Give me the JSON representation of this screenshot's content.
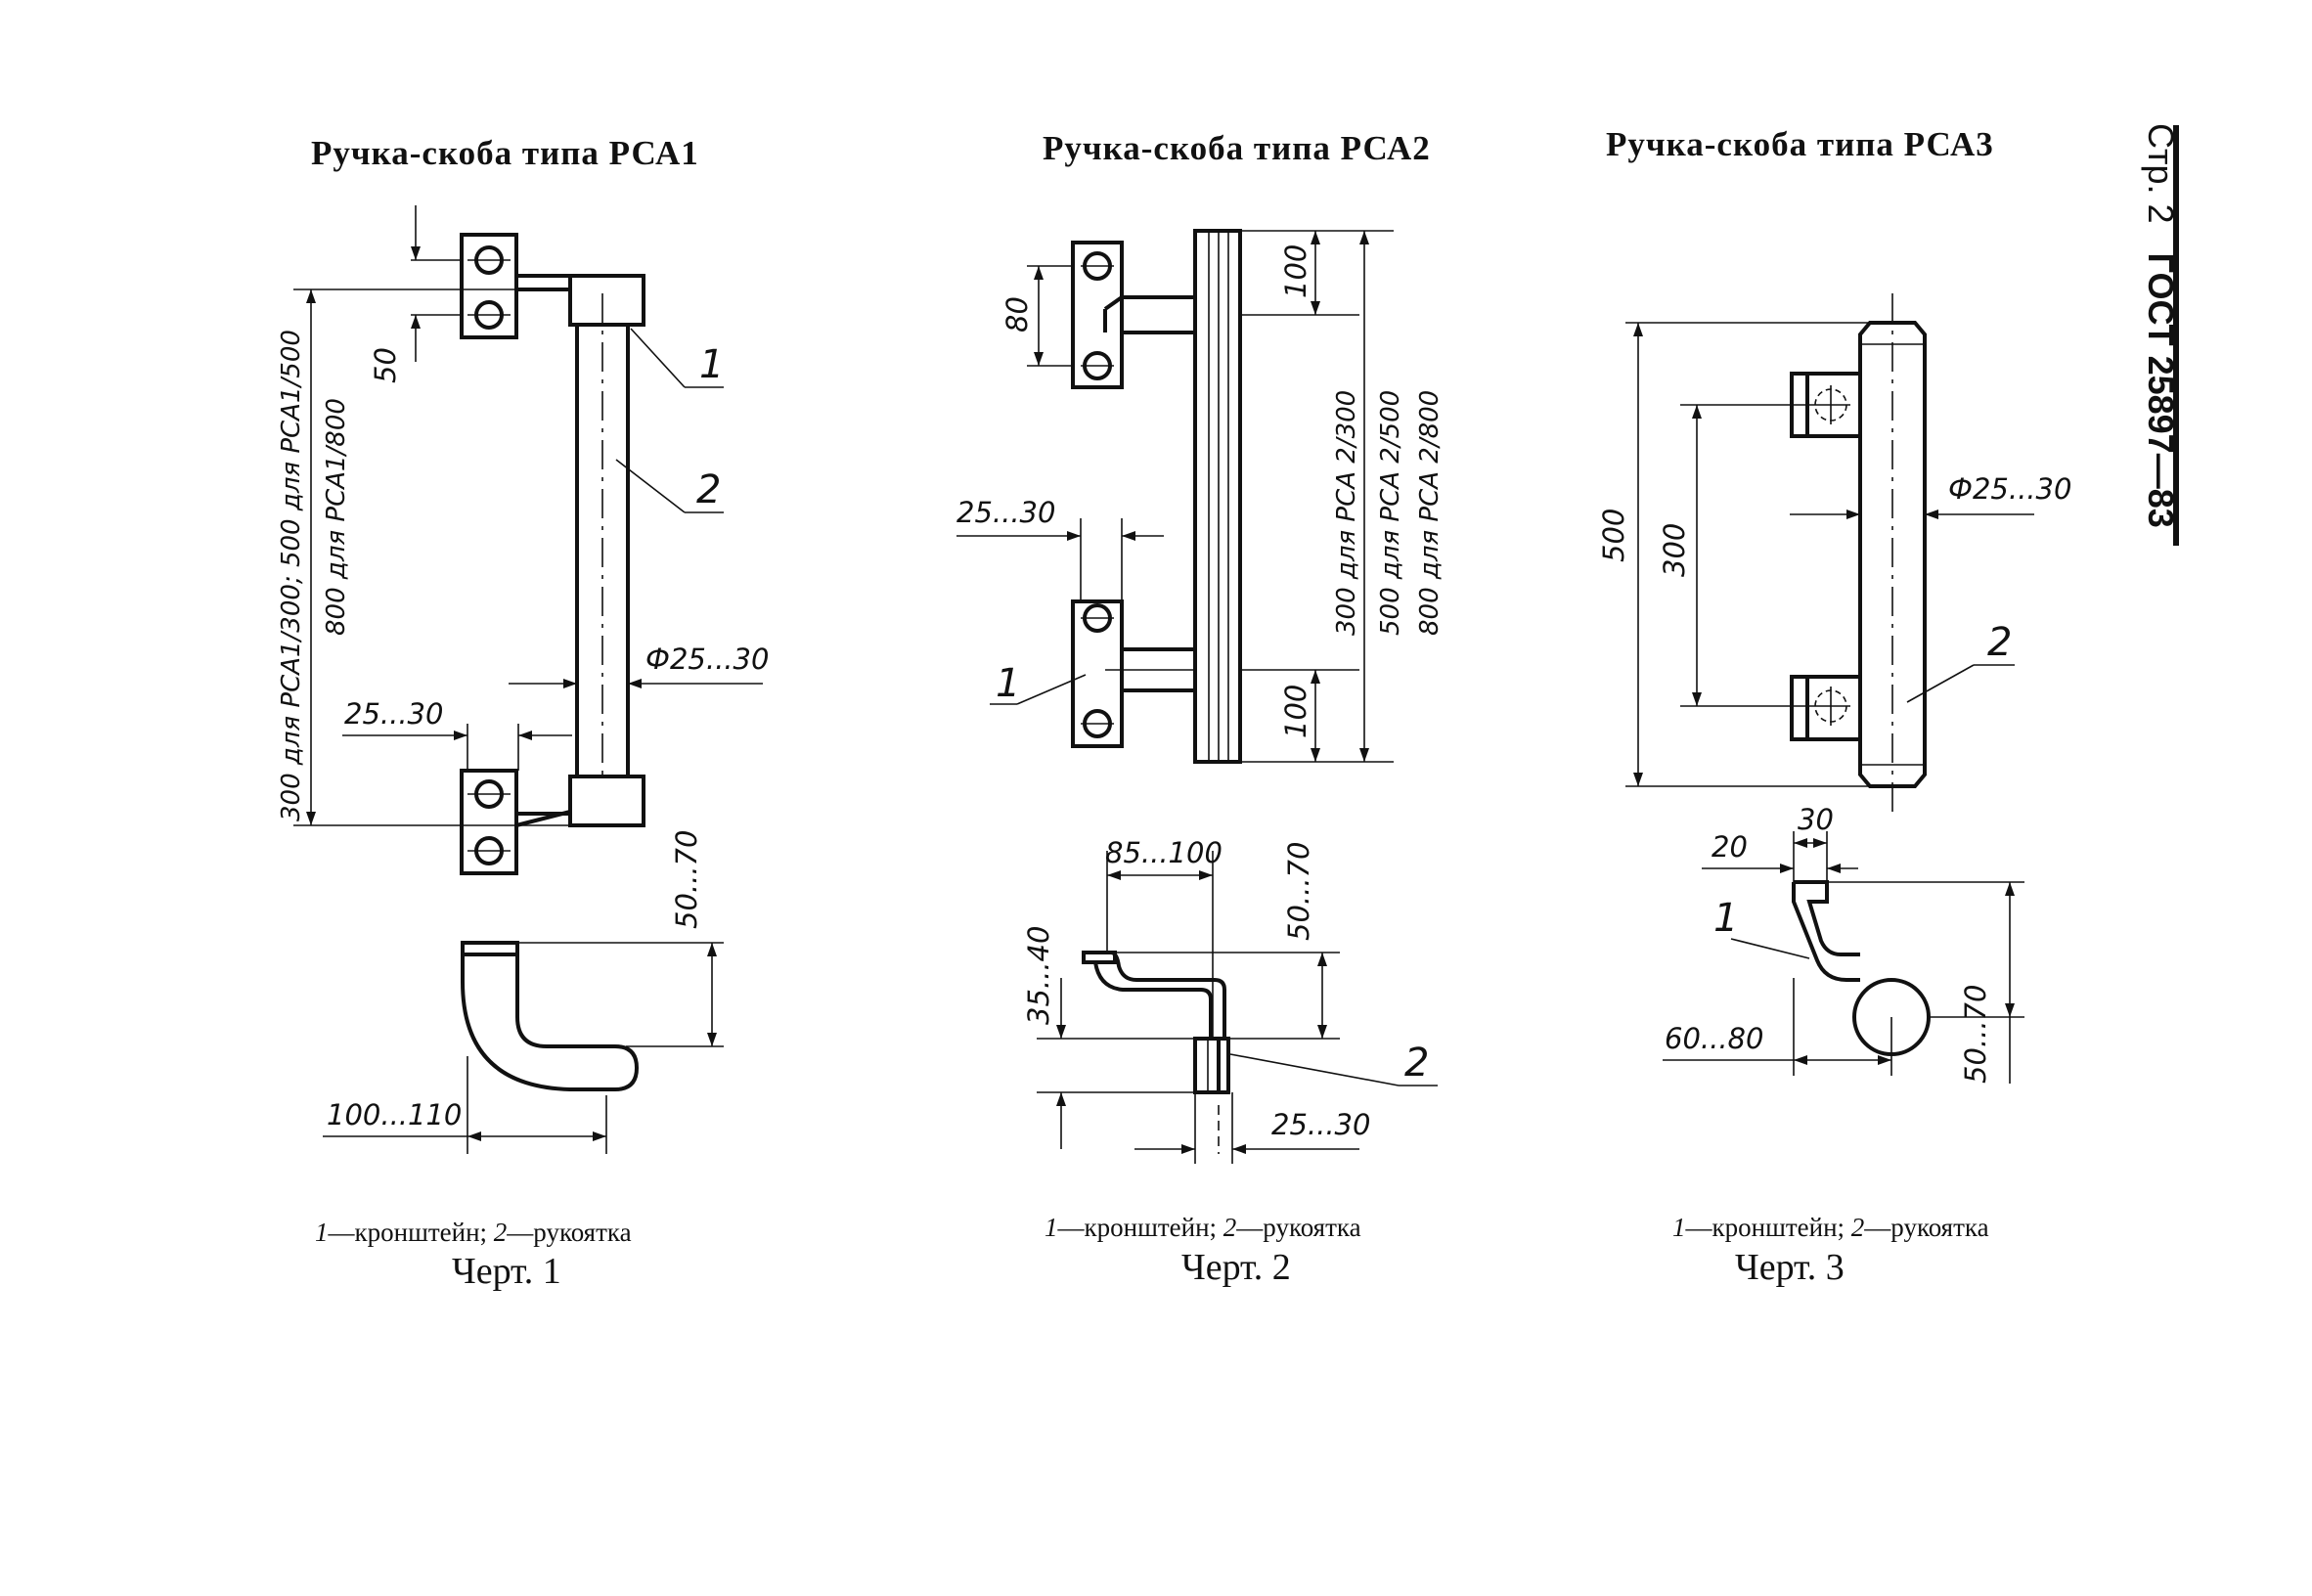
{
  "header": {
    "page_label": "Стр. 2",
    "standard": "ГОСТ 25897—83"
  },
  "figures": [
    {
      "title": "Ручка-скоба типа РСА1",
      "caption_1": "1",
      "caption_1_text": "—кронштейн; ",
      "caption_2": "2",
      "caption_2_text": "—рукоятка",
      "chert": "Черт. 1",
      "dims": {
        "length_a": "300 для РСА1/300; 500 для РСА1/500",
        "length_b": "800 для РСА1/800",
        "d50": "50",
        "offset": "25...30",
        "diameter": "Ф25...30",
        "height": "50...70",
        "depth": "100...110",
        "part1": "1",
        "part2": "2"
      }
    },
    {
      "title": "Ручка-скоба типа РСА2",
      "caption_1": "1",
      "caption_1_text": "—кронштейн; ",
      "caption_2": "2",
      "caption_2_text": "—рукоятка",
      "chert": "Черт. 2",
      "dims": {
        "d80": "80",
        "d100_top": "100",
        "d100_bottom": "100",
        "length_a": "300 для  РСА 2/300",
        "length_b": "500 для  РСА 2/500",
        "length_c": "800 для  РСА 2/800",
        "offset": "25...30",
        "depth": "85...100",
        "height": "50...70",
        "thickness": "35...40",
        "offset_bottom": "25...30",
        "part1": "1",
        "part2": "2"
      }
    },
    {
      "title": "Ручка-скоба типа РСА3",
      "caption_1": "1",
      "caption_1_text": "—кронштейн; ",
      "caption_2": "2",
      "caption_2_text": "—рукоятка",
      "chert": "Черт. 3",
      "dims": {
        "length": "500",
        "spacing": "300",
        "diameter": "Ф25...30",
        "d30": "30",
        "d20": "20",
        "depth": "60...80",
        "height": "50...70",
        "part1": "1",
        "part2": "2"
      }
    }
  ]
}
